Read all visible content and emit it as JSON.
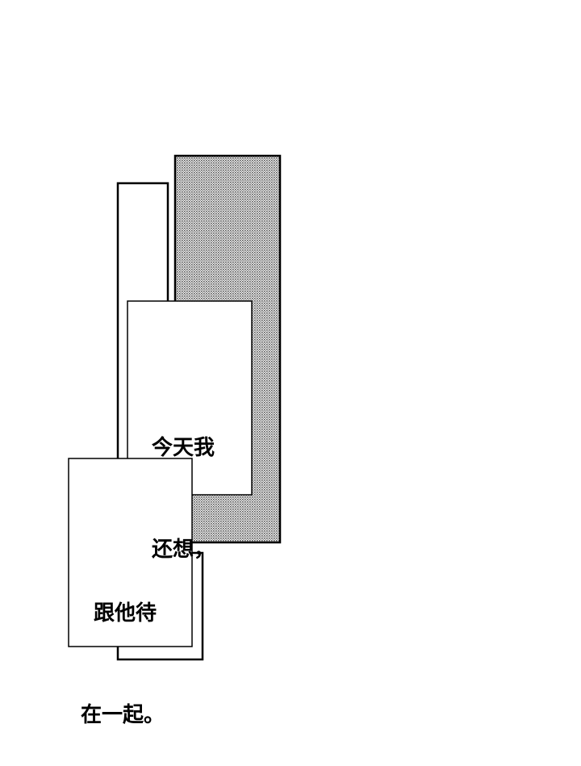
{
  "captions": [
    {
      "lines": [
        "今天我",
        "还想，"
      ]
    },
    {
      "lines": [
        "跟他待",
        "在一起。"
      ]
    }
  ],
  "colors": {
    "ink": "#000000",
    "paper": "#ffffff",
    "screentone": "#b0b0b0"
  }
}
